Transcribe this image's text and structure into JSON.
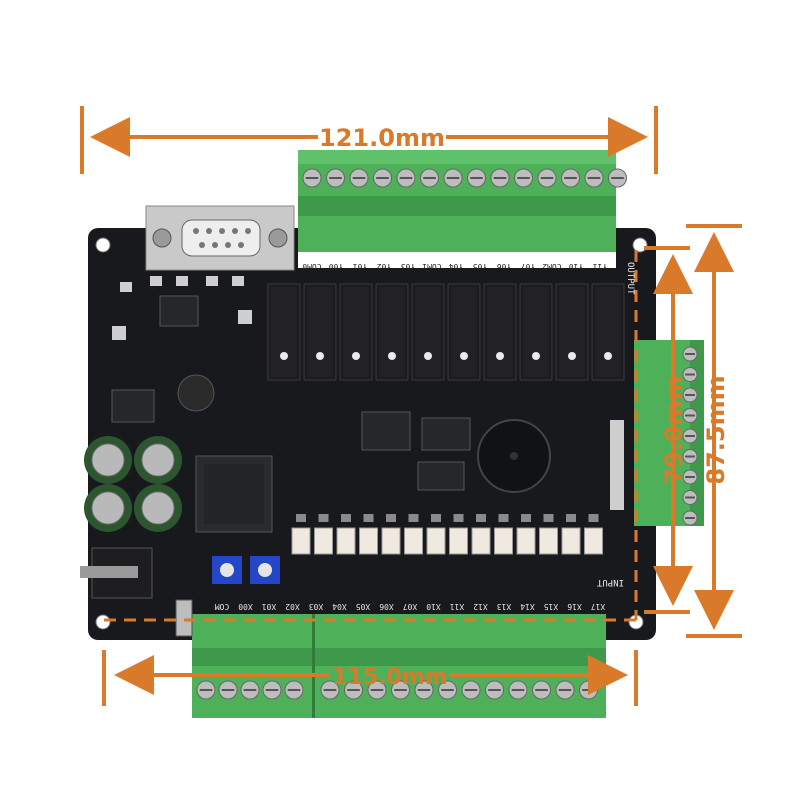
{
  "dimensions": {
    "top_width": "121.0mm",
    "bottom_width": "115.0mm",
    "right_inner_height": "79.0mm",
    "right_outer_height": "87.5mm"
  },
  "board": {
    "top_terminal_label": "OUTPUT",
    "bottom_terminal_label": "INPUT",
    "output_pins": [
      "COM0",
      "Y00",
      "Y01",
      "Y02",
      "Y03",
      "COM1",
      "Y04",
      "Y05",
      "Y06",
      "Y07",
      "COM2",
      "Y10",
      "Y11"
    ],
    "input_pins": [
      "COM",
      "X00",
      "X01",
      "X02",
      "X03",
      "X04",
      "X05",
      "X06",
      "X07",
      "X10",
      "X11",
      "X12",
      "X13",
      "X14",
      "X15",
      "X16",
      "X17"
    ]
  },
  "colors": {
    "dimension": "#d9792a",
    "pcb": "#17191c",
    "terminal": "#4fb05a",
    "relay": "#1c1c1f"
  }
}
